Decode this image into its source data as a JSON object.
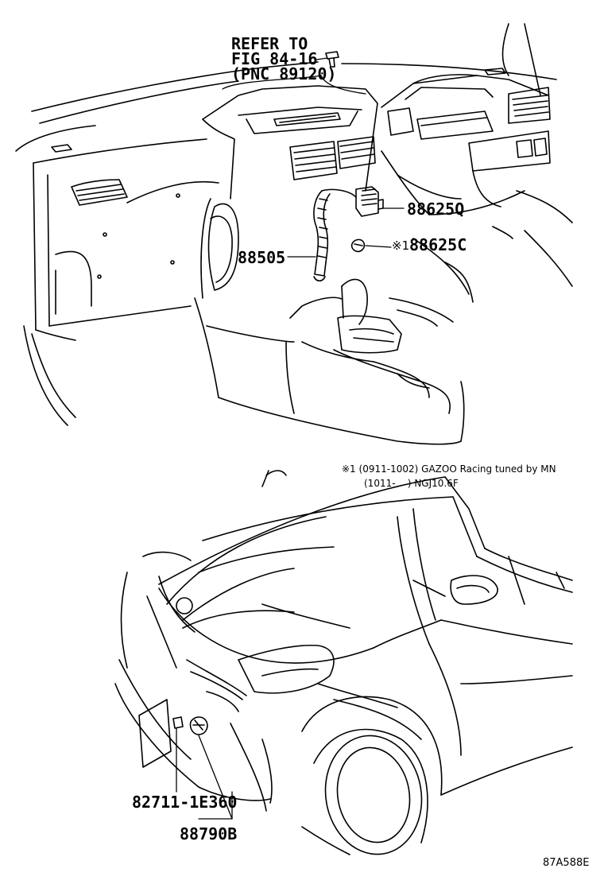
{
  "refer": {
    "line1": "REFER TO",
    "line2": "FIG 84-16",
    "line3": "(PNC 89120)"
  },
  "parts": {
    "p88625q": "88625Q",
    "p88505": "88505",
    "p88625c_mark": "※1",
    "p88625c": "88625C",
    "p82711": "82711-1E360",
    "p88790b": "88790B"
  },
  "note": {
    "line1_mark": "※1",
    "line1_code": "(0911-1002)",
    "line1_text": "GAZOO Racing tuned by MN",
    "line2_code": "(1011-    )",
    "line2_text": "NGJ10.6F"
  },
  "figure_id": "87A588E"
}
